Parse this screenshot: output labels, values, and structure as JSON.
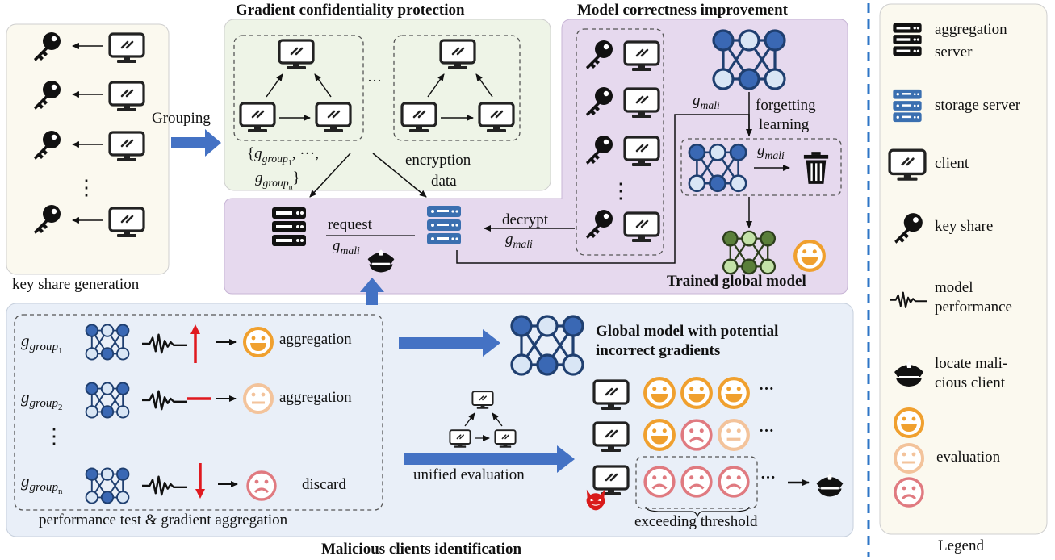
{
  "keygen": {
    "caption": "key share generation",
    "vdots": "⋮"
  },
  "grouping": {
    "label": "Grouping"
  },
  "gradient_protection": {
    "title": "Gradient confidentiality protection",
    "ellipsis": "···",
    "groups_label_line1_a": "{",
    "groups_label_line1_b": "g",
    "groups_label_line1_sub": "group",
    "groups_label_line1_subsub": "1",
    "groups_label_line1_c": ", ···,",
    "groups_label_line2_b": "g",
    "groups_label_line2_sub": "group",
    "groups_label_line2_subsub": "n",
    "groups_label_line2_c": "}",
    "encryption_line1": "encryption",
    "encryption_line2": "data"
  },
  "correctness": {
    "title": "Model correctness improvement",
    "g_mali_top": "g",
    "g_mali_sub": "mali",
    "forgetting_line1": "forgetting",
    "forgetting_line2": "learning",
    "g_mali_trash": "g",
    "g_mali_trash_sub": "mali",
    "vdots": "⋮",
    "trained_label": "Trained global model"
  },
  "servers": {
    "request_label": "request",
    "request_g": "g",
    "request_sub": "mali",
    "decrypt_label": "decrypt",
    "decrypt_g": "g",
    "decrypt_sub": "mali"
  },
  "malicious": {
    "title": "Malicious clients identification",
    "caption": "performance test & gradient aggregation",
    "rows": [
      {
        "g": "g",
        "sub": "group",
        "subsub": "1",
        "result": "aggregation"
      },
      {
        "g": "g",
        "sub": "group",
        "subsub": "2",
        "result": "aggregation"
      },
      {
        "g": "g",
        "sub": "group",
        "subsub": "n",
        "result": "discard"
      }
    ],
    "vdots": "⋮",
    "global_model_line1": "Global model with potential",
    "global_model_line2": "incorrect gradients",
    "unified_eval": "unified evaluation",
    "row_ellipsis": "···",
    "threshold": "exceeding threshold"
  },
  "legend": {
    "title": "Legend",
    "items": [
      {
        "icon": "aggregation-server-icon",
        "line1": "aggregation",
        "line2": "server"
      },
      {
        "icon": "storage-server-icon",
        "line1": "storage server",
        "line2": ""
      },
      {
        "icon": "client-monitor-icon",
        "line1": "client",
        "line2": ""
      },
      {
        "icon": "key-icon",
        "line1": "key share",
        "line2": ""
      },
      {
        "icon": "waveform-icon",
        "line1": "model",
        "line2": "performance"
      },
      {
        "icon": "police-cap-icon",
        "line1": "locate mali-",
        "line2": "cious client"
      },
      {
        "icon": "face-icons",
        "line1": "evaluation",
        "line2": ""
      }
    ]
  },
  "colors": {
    "blue_arrow": "#4472c4",
    "keygen_bg": "#fbf9ef",
    "green_bg": "#eef4e7",
    "purple_bg": "#e6d9ee",
    "blue_bg": "#e9eff8",
    "legend_bg": "#fbf9ef",
    "node_blue": "#3a68b4",
    "node_light": "#d9e6f5",
    "node_green_dark": "#5a7f3a",
    "node_green_light": "#c3e2a8",
    "happy_face": "#f0a02e",
    "neutral_face": "#f3c39b",
    "sad_face": "#e07a80",
    "red": "#e0191f",
    "dashed_divider": "#2e75c6"
  }
}
